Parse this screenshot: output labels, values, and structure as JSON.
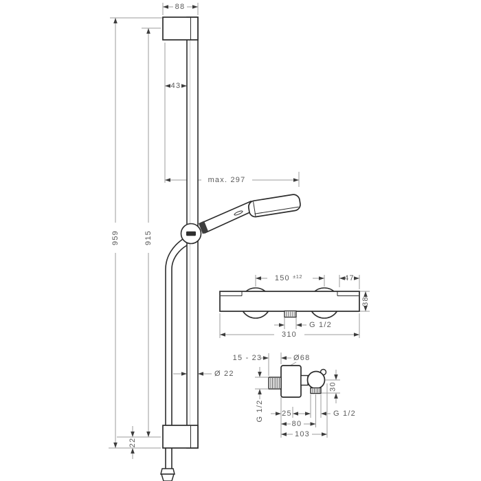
{
  "colors": {
    "background": "#ffffff",
    "outline": "#2b2b2b",
    "dimension_line": "#9b9b9b",
    "dimension_text": "#5a5a5a",
    "arrow": "#3d3d3d",
    "logo_badge": "#2f2f2f"
  },
  "rail": {
    "bracket_width": "88",
    "bar_offset": "43",
    "max_reach": "max. 297",
    "total_height": "959",
    "mount_distance": "915",
    "end_offset": "22",
    "bar_diameter": "Ø 22"
  },
  "mixer_front": {
    "connection_distance": "150",
    "connection_tolerance": "±12",
    "end_offset": "47",
    "body_height": "38",
    "outlet_thread": "G 1/2",
    "total_width": "310"
  },
  "mixer_side": {
    "mounting_depth_range": "15 - 23",
    "escutcheon_diameter": "Ø68",
    "inlet_thread": "G 1/2",
    "outlet_drop": "30",
    "escutcheon_depth": "25",
    "outlet_depth": "80",
    "total_depth": "103",
    "outlet_thread": "G 1/2"
  }
}
